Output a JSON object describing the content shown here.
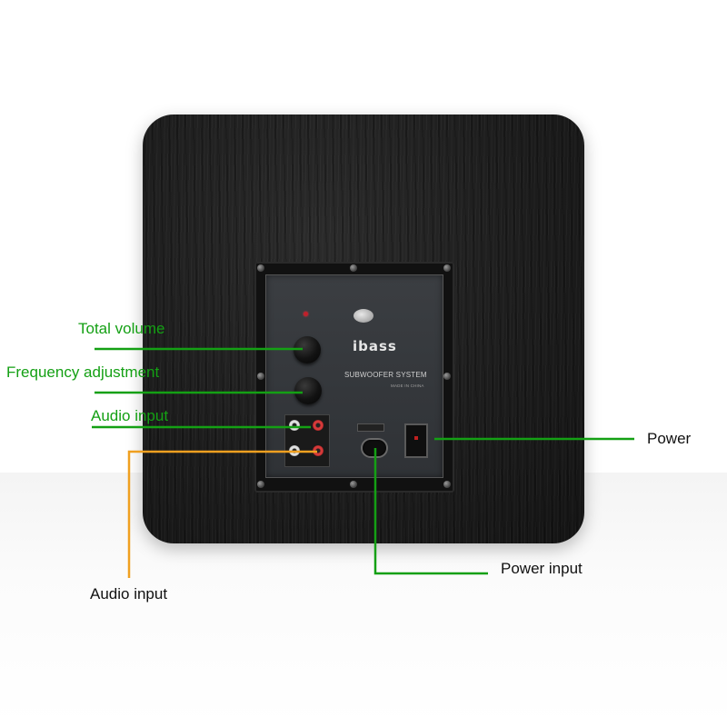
{
  "product": {
    "brand": "ibass",
    "panel_title": "SUBWOOFER SYSTEM",
    "made_in": "MADE IN CHINA"
  },
  "callouts": {
    "total_volume": "Total volume",
    "frequency_adjustment": "Frequency adjustment",
    "audio_input_green": "Audio input",
    "power": "Power",
    "power_input": "Power input",
    "audio_input_orange": "Audio input"
  },
  "colors": {
    "green_line": "#14a014",
    "orange_line": "#f0a020",
    "label_green": "#14a014",
    "label_black": "#111111"
  }
}
